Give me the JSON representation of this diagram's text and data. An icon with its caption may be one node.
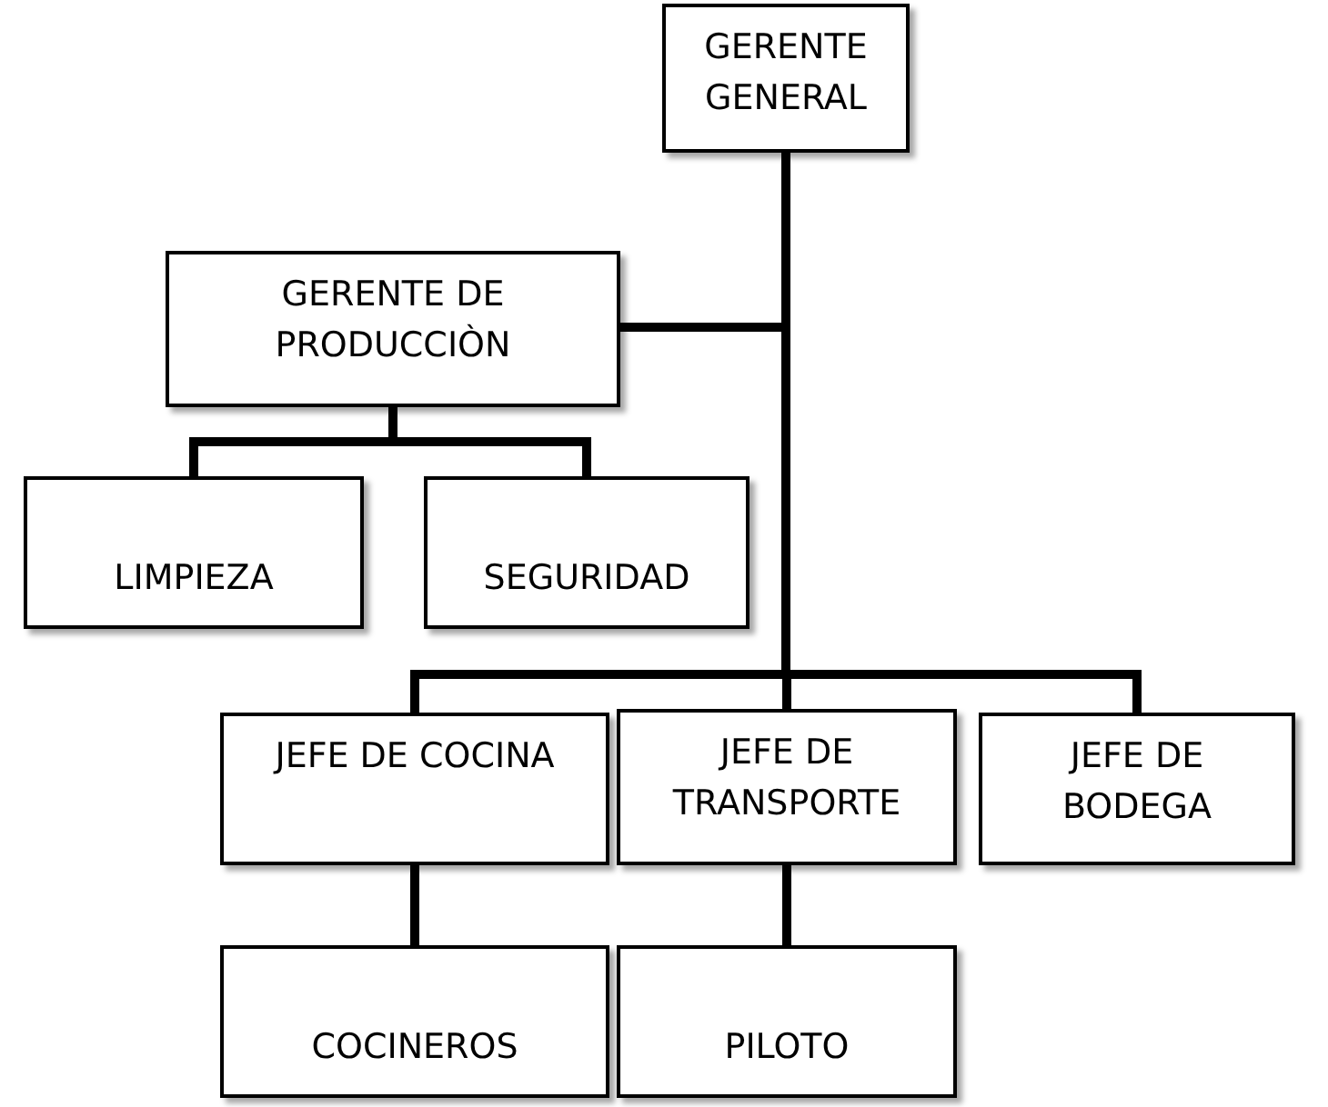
{
  "diagram": {
    "nodes": [
      {
        "text": [
          "GERENTE GENERAL"
        ]
      },
      {
        "text": [
          "GERENTE DE PRODUCCIÒN"
        ]
      },
      {
        "text": [
          "LIMPIEZA"
        ]
      },
      {
        "text": [
          "SEGURIDAD"
        ]
      },
      {
        "text": [
          "JEFE DE COCINA"
        ]
      },
      {
        "text": [
          "JEFE DE TRANSPORTE"
        ]
      },
      {
        "text": [
          "JEFE DE BODEGA"
        ]
      },
      {
        "text": [
          "COCINEROS"
        ]
      },
      {
        "text": [
          "PILOTO"
        ]
      }
    ],
    "edges": [
      {
        "from": 0,
        "to": 1,
        "arrow": "none"
      },
      {
        "from": 0,
        "to": 4,
        "arrow": "none"
      },
      {
        "from": 0,
        "to": 5,
        "arrow": "none"
      },
      {
        "from": 0,
        "to": 6,
        "arrow": "none"
      },
      {
        "from": 1,
        "to": 2,
        "arrow": "none"
      },
      {
        "from": 1,
        "to": 3,
        "arrow": "none"
      },
      {
        "from": 4,
        "to": 7,
        "arrow": "none"
      },
      {
        "from": 5,
        "to": 8,
        "arrow": "none"
      }
    ]
  }
}
